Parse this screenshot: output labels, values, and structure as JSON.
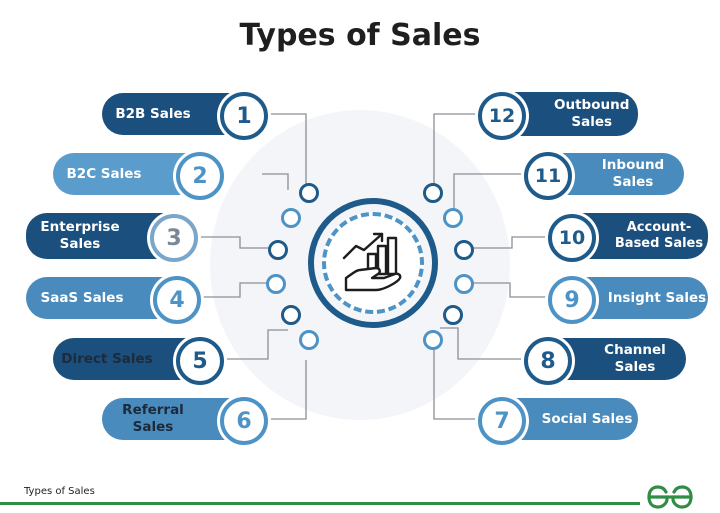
{
  "title": "Types of Sales",
  "items_left": [
    {
      "number": "1",
      "label": "B2B Sales"
    },
    {
      "number": "2",
      "label": "B2C Sales"
    },
    {
      "number": "3",
      "label": "Enterprise Sales"
    },
    {
      "number": "4",
      "label": "SaaS Sales"
    },
    {
      "number": "5",
      "label": "Direct Sales"
    },
    {
      "number": "6",
      "label": "Referral Sales"
    }
  ],
  "items_right": [
    {
      "number": "12",
      "label": "Outbound Sales"
    },
    {
      "number": "11",
      "label": "Inbound Sales"
    },
    {
      "number": "10",
      "label": "Account-Based Sales"
    },
    {
      "number": "9",
      "label": "Insight Sales"
    },
    {
      "number": "8",
      "label": "Channel Sales"
    },
    {
      "number": "7",
      "label": "Social Sales"
    }
  ],
  "footer": {
    "caption": "Types of Sales",
    "logo_text": "GfG"
  },
  "colors": {
    "dark": "#1b4f7d",
    "medium": "#4a8bbd",
    "accent": "#2f8d46"
  },
  "hub_icon": "growth-chart-hand-icon"
}
